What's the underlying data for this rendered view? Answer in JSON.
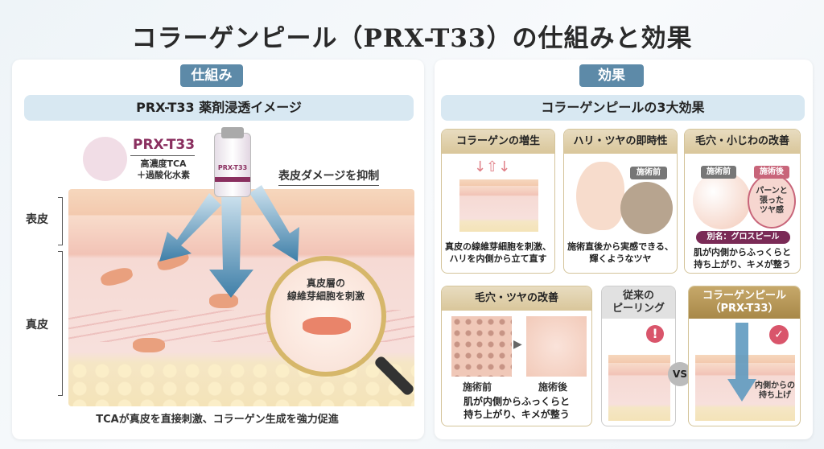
{
  "title": "コラーゲンピール（PRX-T33）の仕組みと効果",
  "left": {
    "pill": "仕組み",
    "subheader": "PRX-T33 薬剤浸透イメージ",
    "product_name": "PRX-T33",
    "product_desc_1": "高濃度TCA",
    "product_desc_2": "＋過酸化水素",
    "vial_label": "PRX-T33",
    "epidermis_note": "表皮ダメージを抑制",
    "layer_epidermis": "表皮",
    "layer_dermis": "真皮",
    "magnifier_text_1": "真皮層の",
    "magnifier_text_2": "線維芽細胞を刺激",
    "caption": "TCAが真皮を直接刺激、コラーゲン生成を強力促進"
  },
  "right": {
    "pill": "効果",
    "subheader": "コラーゲンピールの3大効果",
    "cards": [
      {
        "title": "コラーゲンの増生",
        "text_1": "真皮の線維芽細胞を刺激、",
        "text_2": "ハリを内側から立て直す"
      },
      {
        "title": "ハリ・ツヤの即時性",
        "tag": "施術前",
        "text_1": "施術直後から実感できる、",
        "text_2": "輝くようなツヤ"
      },
      {
        "title": "毛穴・小じわの改善",
        "tag_before": "施術前",
        "tag_after": "施術後",
        "bubble_1": "パーンと",
        "bubble_2": "張った",
        "bubble_3": "ツヤ感",
        "alias": "別名：グロスピール",
        "text_1": "肌が内側からふっくらと",
        "text_2": "持ち上がり、キメが整う"
      }
    ],
    "pores": {
      "title": "毛穴・ツヤの改善",
      "before": "施術前",
      "after": "施術後",
      "text_1": "肌が内側からふっくらと",
      "text_2": "持ち上がり、キメが整う"
    },
    "conventional": {
      "title_1": "従来の",
      "title_2": "ピーリング"
    },
    "vs": "VS",
    "collagen": {
      "title_1": "コラーゲンピール",
      "title_2": "（PRX-T33）",
      "note_1": "内側からの",
      "note_2": "持ち上げ"
    }
  }
}
